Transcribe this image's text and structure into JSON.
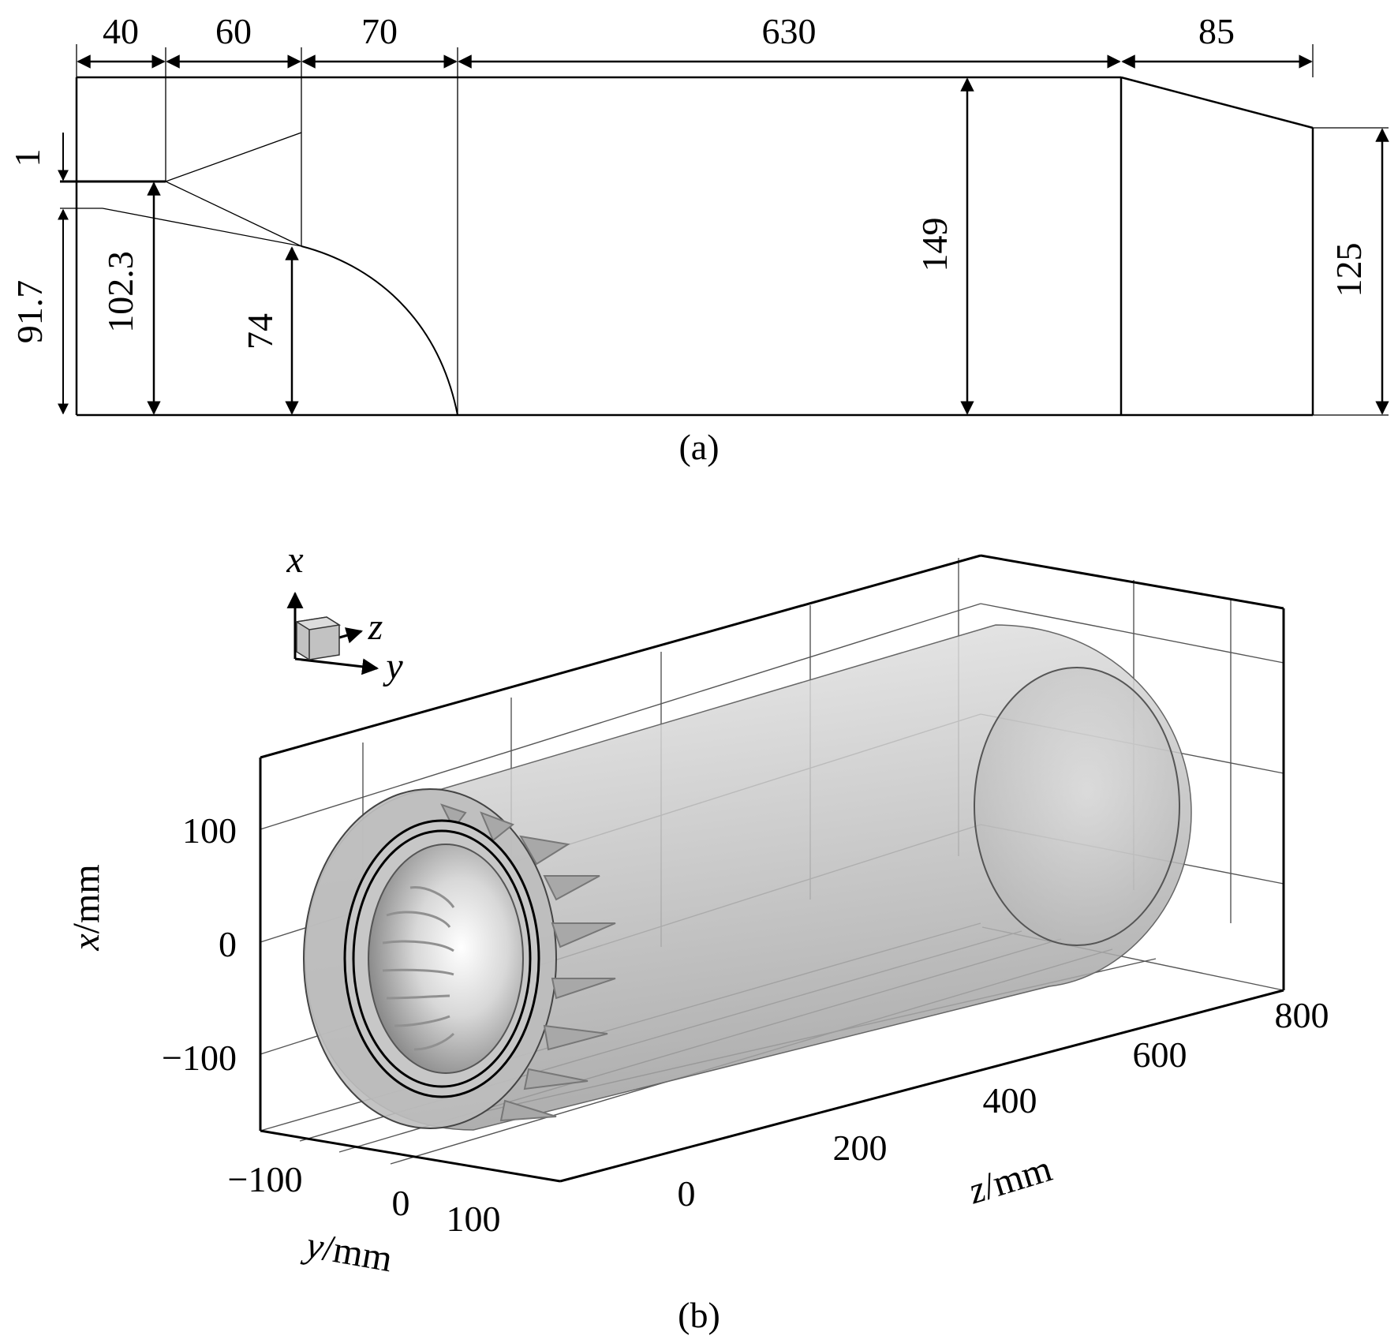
{
  "panel_a": {
    "caption": "(a)",
    "dimensions_horizontal": [
      "40",
      "60",
      "70",
      "630",
      "85"
    ],
    "dimensions_vertical": [
      "1",
      "91.7",
      "102.3",
      "74",
      "149",
      "125"
    ]
  },
  "panel_b": {
    "caption": "(b)",
    "axis_x": {
      "var": "x",
      "unit": "/mm",
      "ticks": [
        "100",
        "0",
        "−100"
      ]
    },
    "axis_y": {
      "var": "y",
      "unit": "/mm",
      "ticks": [
        "−100",
        "0",
        "100"
      ]
    },
    "axis_z": {
      "var": "z",
      "unit": "/mm",
      "ticks": [
        "0",
        "200",
        "400",
        "600",
        "800"
      ]
    },
    "triad": {
      "x": "x",
      "y": "y",
      "z": "z"
    }
  }
}
